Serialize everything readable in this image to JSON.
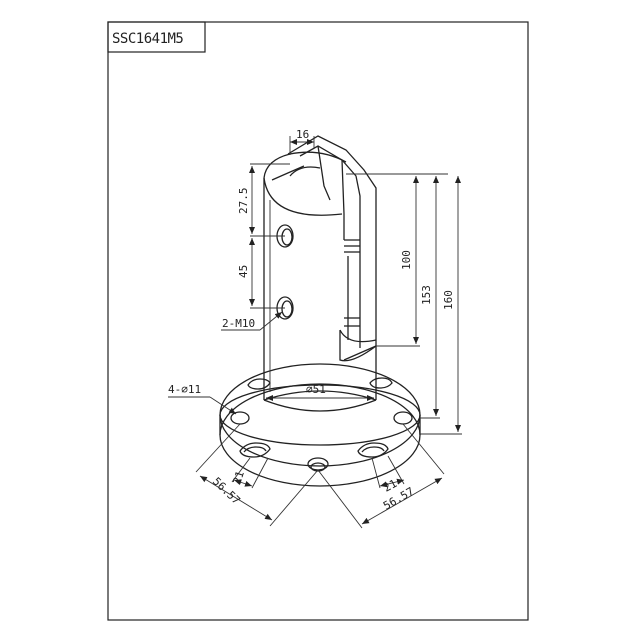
{
  "title_block": {
    "code": "SSC1641M5"
  },
  "dimensions": {
    "slot_width": "16",
    "top_offset": "27.5",
    "hole_spacing": "45",
    "bolt_holes": "2-M10",
    "height_100": "100",
    "height_153": "153",
    "height_160": "160",
    "post_diameter": "⌀51",
    "base_holes": "4-⌀11",
    "slot_21_left": "21",
    "slot_21_right": "21",
    "pcd_left": "56.57",
    "pcd_right": "56.57"
  }
}
